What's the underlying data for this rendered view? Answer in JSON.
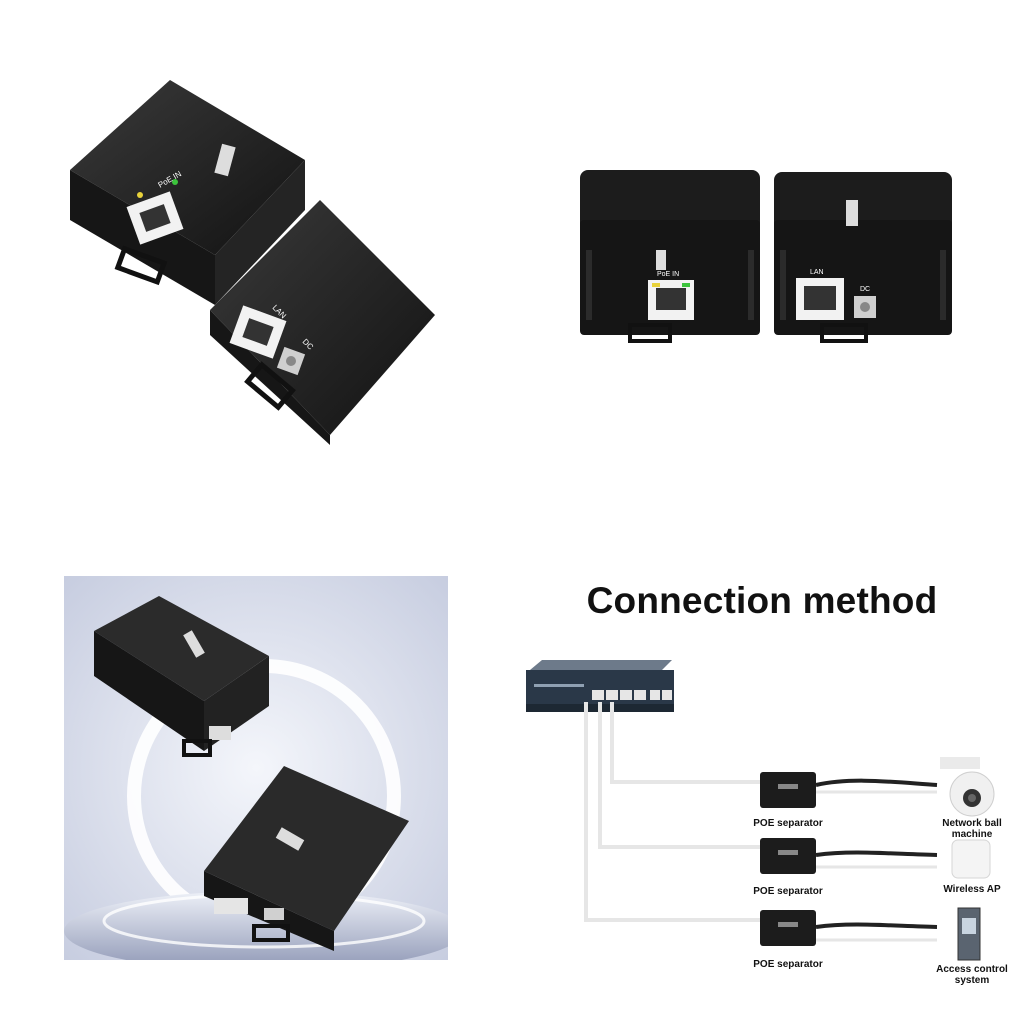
{
  "panels": {
    "angled_pair": {
      "poe_in_label": "PoE IN",
      "lan_label": "LAN",
      "dc_label": "DC"
    },
    "front_pair": {
      "poe_in_label": "PoE IN",
      "lan_label": "LAN",
      "dc_label": "DC"
    },
    "studio_photo": {},
    "connection": {
      "title": "Connection method",
      "separator_label": "POE separator",
      "devices": [
        {
          "name": "Network ball machine"
        },
        {
          "name": "Wireless AP"
        },
        {
          "name": "Access control system"
        }
      ]
    }
  },
  "colors": {
    "device_body": "#1c1c1c",
    "port_white": "#f2f2f2",
    "led_green": "#3cc43c",
    "led_yellow": "#e8d23a",
    "cable_white": "#e6e6e6",
    "cable_black": "#222222"
  }
}
